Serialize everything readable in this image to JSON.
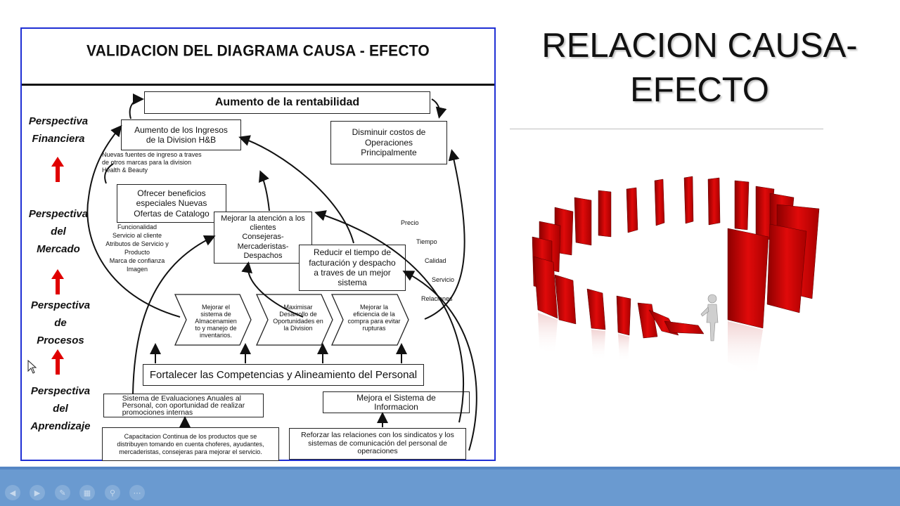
{
  "slide": {
    "title_line1": "RELACION CAUSA-",
    "title_line2": "EFECTO"
  },
  "diagram": {
    "title": "VALIDACION DEL DIAGRAMA CAUSA - EFECTO",
    "perspectives": [
      {
        "line1": "Perspectiva",
        "line2": "Financiera",
        "line3": ""
      },
      {
        "line1": "Perspectiva",
        "line2": "del",
        "line3": "Mercado"
      },
      {
        "line1": "Perspectiva",
        "line2": "de",
        "line3": "Procesos"
      },
      {
        "line1": "Perspectiva",
        "line2": "del",
        "line3": "Aprendizaje"
      }
    ],
    "boxes": {
      "rentabilidad": "Aumento de la rentabilidad",
      "ingresos": "Aumento de los Ingresos\nde la Division H&B",
      "costos": "Disminuir costos de\nOperaciones\nPrincipalmente",
      "beneficios": "Ofrecer beneficios\nespeciales Nuevas\nOfertas de Catalogo",
      "atencion": "Mejorar la atención a los\nclientes\nConsejeras-\nMercaderistas-\nDespachos",
      "facturacion": "Reducir el tiempo de\nfacturación y despacho\na traves de un mejor\nsistema",
      "competencias": "Fortalecer las Competencias y Alineamiento del Personal",
      "evaluaciones": "Sistema de Evaluaciones Anuales al\nPersonal, con oportunidad de realizar\npromociones internas",
      "sistema_info": "Mejora el Sistema de\nInformacion",
      "capacitacion": "Capacitacion Continua de los productos que se\ndistribuyen tomando en cuenta choferes, ayudantes,\nmercaderistas, consejeras para mejorar el servicio.",
      "relaciones": "Reforzar las relaciones con los sindicatos y los\nsistemas de comunicación del personal de\noperaciones"
    },
    "notes": {
      "fuentes": "Nuevas fuentes de ingreso a traves\nde otros marcas para la division\nHealth & Beauty",
      "atributos": "Funcionalidad\nServicio al cliente\nAtributos de Servicio y\nProducto\nMarca de confianza\nImagen",
      "precio": "Precio\nTiempo\nCalidad\nServicio\nRelaciones"
    },
    "chevrons": [
      "Mejorar el\nsistema de\nAlmacenamien\nto y manejo de\ninventarios.",
      "Maximisar\nDesarrollo de\nOportunidades en\nla Division",
      "Mejorar la\neficiencia de la\ncompra para evitar\nrupturas"
    ],
    "colors": {
      "border": "#1f2fd4",
      "arrow_red": "#e00000"
    }
  },
  "icons": {
    "domino": "domino-ring-illustration",
    "cursor": "mouse-pointer-icon"
  },
  "taskbar": {
    "controls": [
      "previous-icon",
      "next-icon",
      "pen-icon",
      "slides-icon",
      "zoom-icon",
      "more-icon"
    ]
  }
}
